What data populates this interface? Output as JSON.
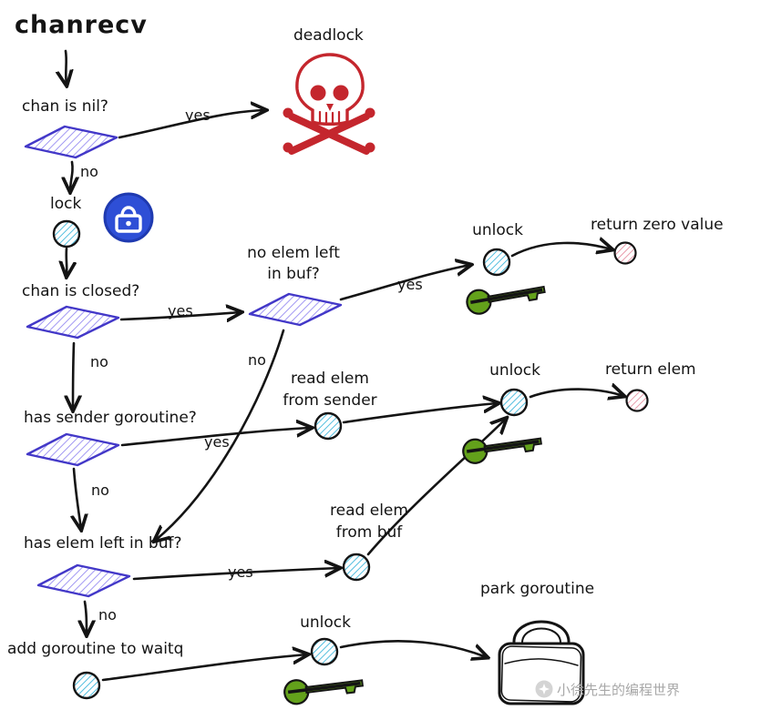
{
  "page": {
    "title": "chanrecv",
    "watermark": "小徐先生的编程世界"
  },
  "nodes": {
    "deadlock": "deadlock",
    "chan_is_nil": "chan is nil?",
    "lock_step": "lock",
    "chan_is_closed": "chan is closed?",
    "no_elem_left_1": "no elem left",
    "no_elem_left_2": "in buf?",
    "unlock_top": "unlock",
    "return_zero_value": "return zero value",
    "has_sender_goroutine": "has sender goroutine?",
    "read_elem_sender_1": "read elem",
    "read_elem_sender_2": "from sender",
    "unlock_mid": "unlock",
    "return_elem": "return elem",
    "has_elem_left_in_buf": "has elem left in buf?",
    "read_elem_buf_1": "read elem",
    "read_elem_buf_2": "from buf",
    "add_goroutine_to_waitq": "add goroutine to waitq",
    "unlock_bottom": "unlock",
    "park_goroutine": "park goroutine"
  },
  "edges": {
    "nil_yes": "yes",
    "nil_no": "no",
    "closed_yes": "yes",
    "closed_no": "no",
    "bufempty_yes": "yes",
    "bufempty_no": "no",
    "sender_yes": "yes",
    "sender_no": "no",
    "haselem_yes": "yes",
    "haselem_no": "no"
  },
  "colors": {
    "ink": "#141414",
    "red": "#c4262d",
    "purple": "#4338c8",
    "purple_hatch": "#8b7ff0",
    "cyan_hatch": "#35b3d9",
    "pink_hatch": "#e27d92",
    "blue": "#2e4fd6",
    "green": "#63a11b",
    "grey": "#a8a8a8"
  }
}
